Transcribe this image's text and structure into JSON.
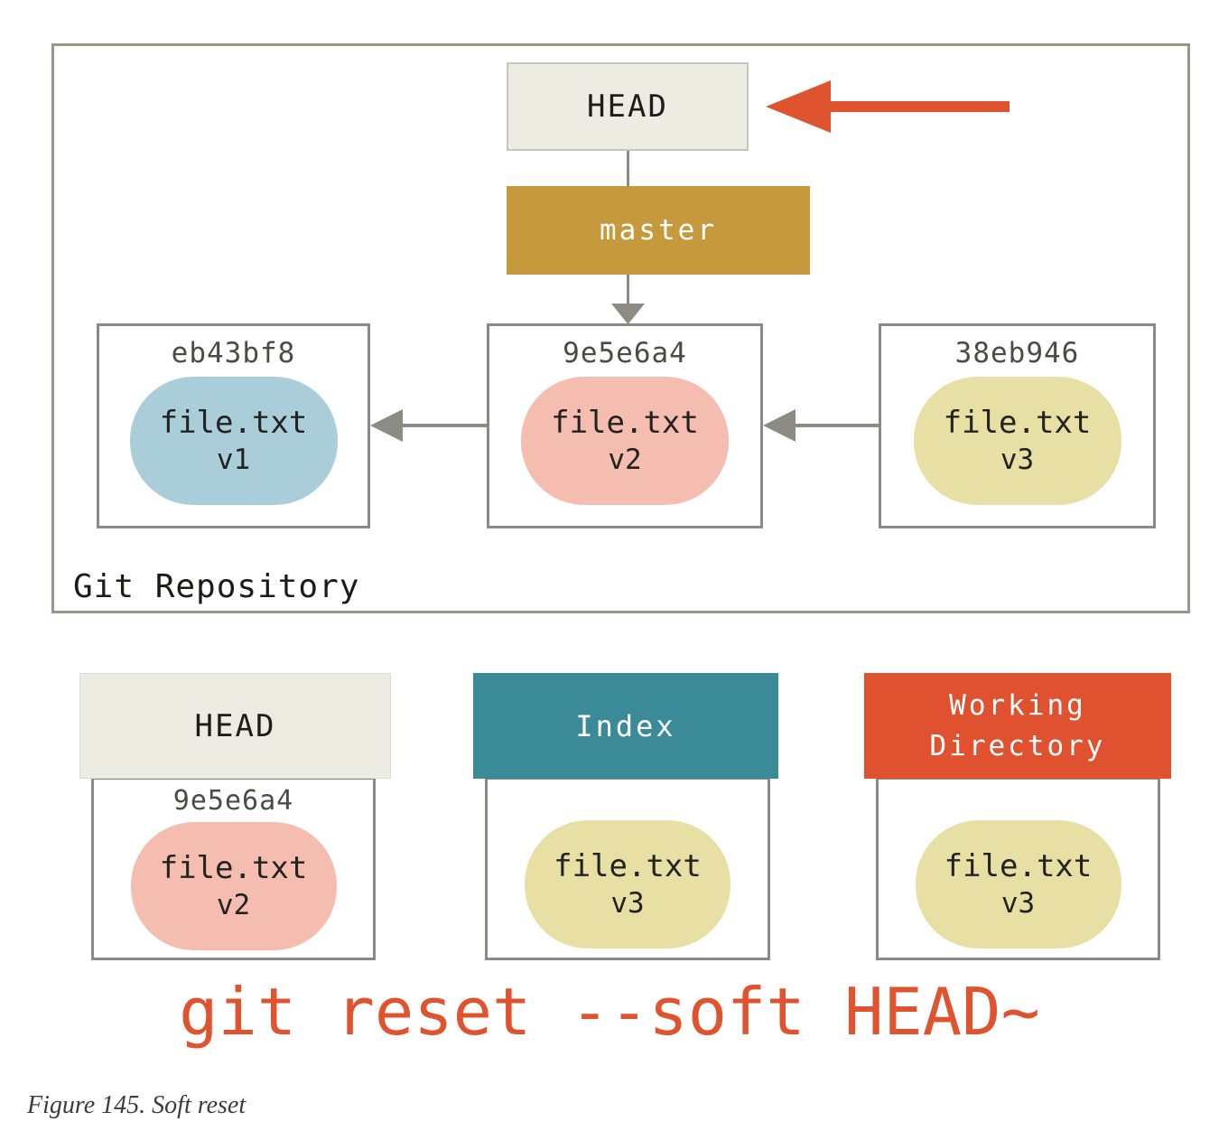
{
  "page": {
    "command": "git reset --soft HEAD~",
    "caption": "Figure 145. Soft reset"
  },
  "repository": {
    "label": "Git Repository",
    "head": {
      "label": "HEAD"
    },
    "branch": {
      "label": "master",
      "color": "#C5993C"
    },
    "commits": [
      {
        "hash": "eb43bf8",
        "file": "file.txt",
        "version": "v1",
        "blob_color": "#A9CEDA"
      },
      {
        "hash": "9e5e6a4",
        "file": "file.txt",
        "version": "v2",
        "blob_color": "#F4BDAF"
      },
      {
        "hash": "38eb946",
        "file": "file.txt",
        "version": "v3",
        "blob_color": "#E7DFA4"
      }
    ]
  },
  "trees": [
    {
      "title": "HEAD",
      "title_color": "#ECECE2",
      "hash": "9e5e6a4",
      "file": "file.txt",
      "version": "v2",
      "blob_color": "#F4BDAF"
    },
    {
      "title": "Index",
      "title_color": "#3A8A97",
      "file": "file.txt",
      "version": "v3",
      "blob_color": "#E7DFA4"
    },
    {
      "title": "Working\nDirectory",
      "title_color": "#E0512F",
      "file": "file.txt",
      "version": "v3",
      "blob_color": "#E7DFA4"
    }
  ],
  "colors": {
    "accent_red": "#E0532F",
    "arrow_gray": "#8C8C85",
    "border_gray": "#9A968B",
    "head_fill": "#ECECE2",
    "branch_gold": "#C5993C",
    "index_teal": "#3A8A97",
    "workdir_red": "#E0512F",
    "blob_blue": "#A9CEDA",
    "blob_pink": "#F4BDAF",
    "blob_yellow": "#E7DFA4"
  }
}
